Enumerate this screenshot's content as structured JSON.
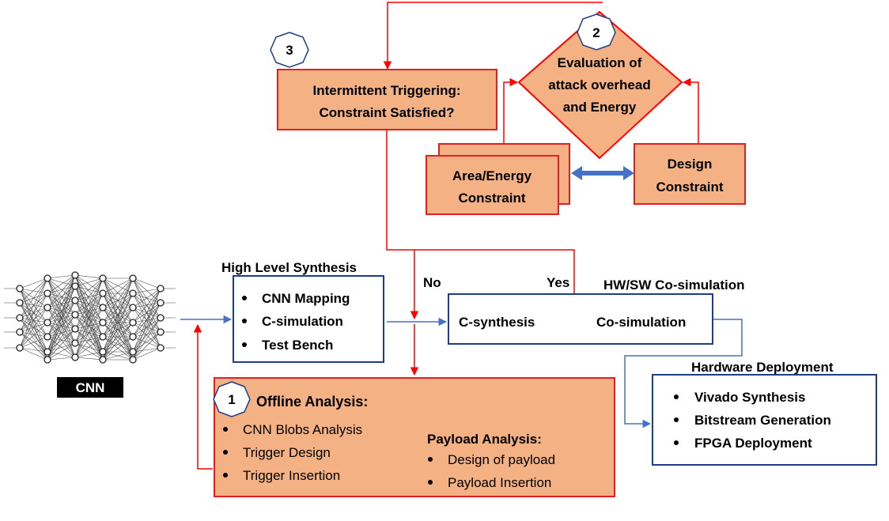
{
  "badges": {
    "one": "1",
    "two": "2",
    "three": "3"
  },
  "intermittent": {
    "line1": "Intermittent Triggering:",
    "line2": "Constraint Satisfied?"
  },
  "evaluation": {
    "line1": "Evaluation of",
    "line2": "attack overhead",
    "line3": "and Energy"
  },
  "area_energy": {
    "line1": "Area/Energy",
    "line2": "Constraint"
  },
  "design": {
    "line1": "Design",
    "line2": "Constraint"
  },
  "hls": {
    "title": "High Level Synthesis",
    "items": [
      "CNN Mapping",
      "C-simulation",
      "Test Bench"
    ]
  },
  "cnn": {
    "label": "CNN"
  },
  "decision": {
    "no": "No",
    "yes": "Yes"
  },
  "cosim": {
    "title": "HW/SW Co-simulation",
    "synth": "C-synthesis",
    "cosim": "Co-simulation"
  },
  "deploy": {
    "title": "Hardware Deployment",
    "items": [
      "Vivado Synthesis",
      "Bitstream Generation",
      "FPGA Deployment"
    ]
  },
  "offline": {
    "title": "Offline Analysis:",
    "items": [
      "CNN Blobs Analysis",
      "Trigger Design",
      "Trigger Insertion"
    ],
    "payload_title": "Payload Analysis:",
    "payload_items": [
      "Design of payload",
      "Payload Insertion"
    ]
  },
  "colors": {
    "box_fill": "#f4b183",
    "red": "#ff0000",
    "box_red_border": "#e31e24",
    "blue": "#1f3c88",
    "arrow_blue": "#4472c4",
    "badge_border": "#1f3c88"
  }
}
